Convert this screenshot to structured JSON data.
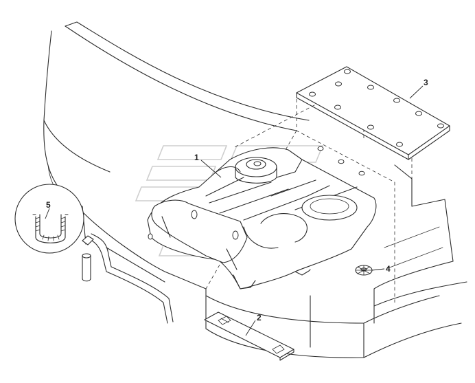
{
  "callouts": [
    {
      "id": "1",
      "label": "1"
    },
    {
      "id": "2",
      "label": "2"
    },
    {
      "id": "3",
      "label": "3"
    },
    {
      "id": "4",
      "label": "4"
    },
    {
      "id": "5",
      "label": "5"
    }
  ],
  "colors": {
    "line": "#2b2b2b",
    "background": "#ffffff",
    "watermark": "#c9c9c9"
  }
}
